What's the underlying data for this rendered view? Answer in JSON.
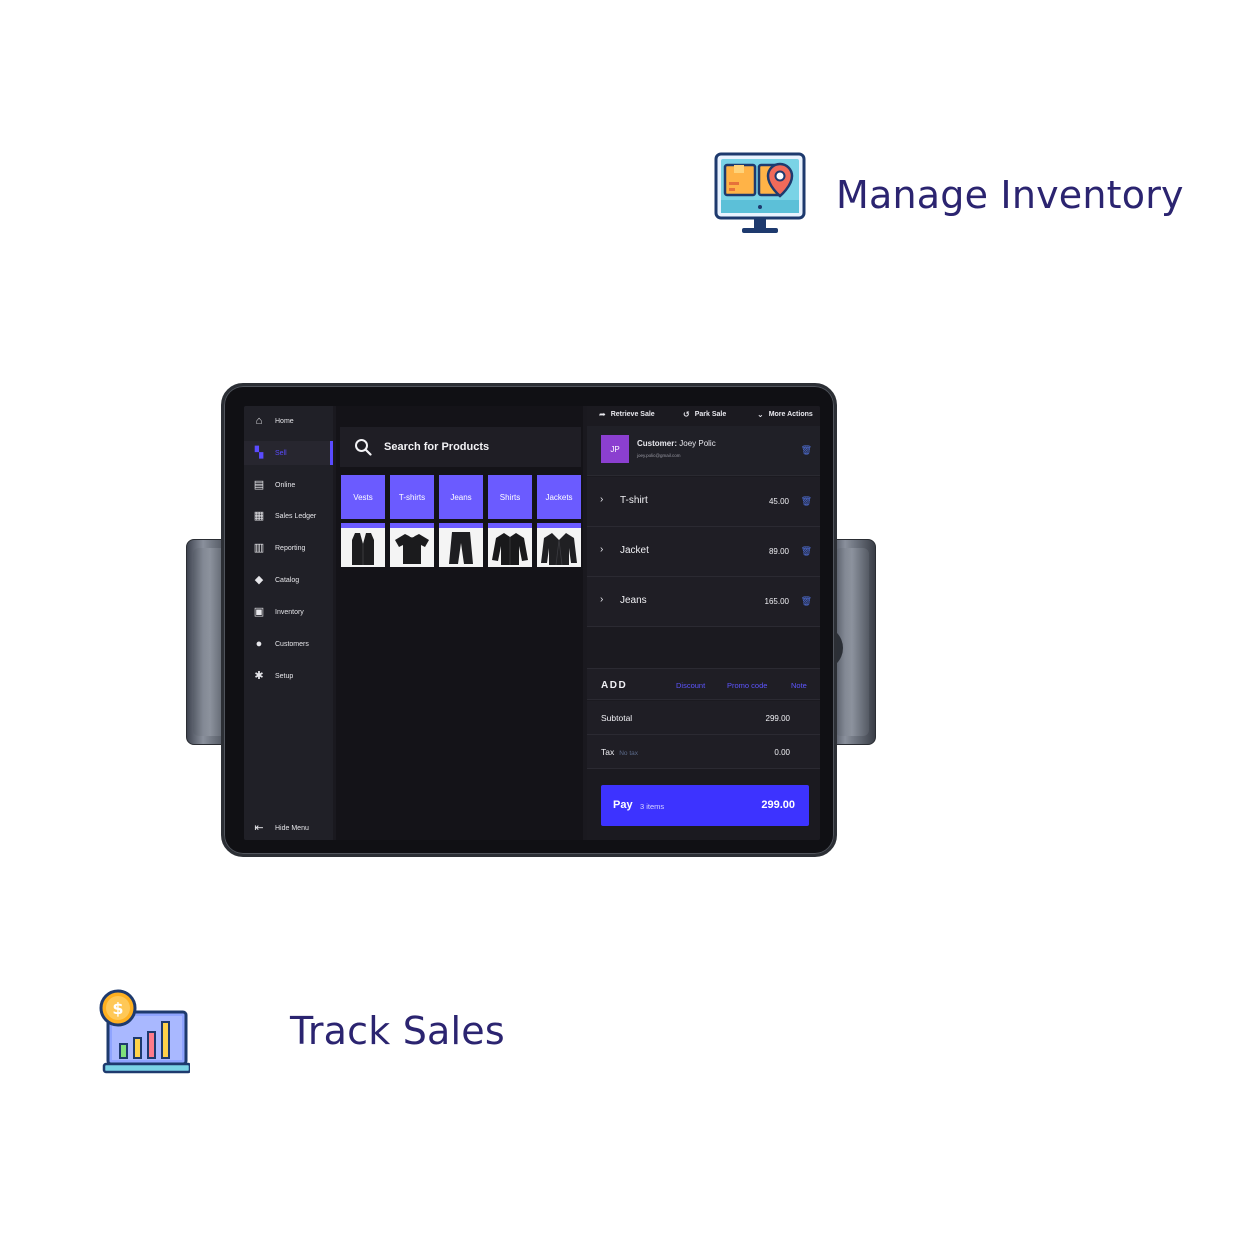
{
  "features": {
    "manage_inventory": {
      "title": "Manage Inventory",
      "icon": "monitor-box-location-icon"
    },
    "track_sales": {
      "title": "Track Sales",
      "icon": "dollar-bar-chart-icon"
    }
  },
  "sidebar": {
    "items": [
      {
        "label": "Home",
        "icon": "home-icon"
      },
      {
        "label": "Sell",
        "icon": "cart-icon",
        "active": true
      },
      {
        "label": "Online",
        "icon": "online-icon"
      },
      {
        "label": "Sales Ledger",
        "icon": "ledger-icon"
      },
      {
        "label": "Reporting",
        "icon": "bar-chart-icon"
      },
      {
        "label": "Catalog",
        "icon": "tag-icon"
      },
      {
        "label": "Inventory",
        "icon": "boxes-icon"
      },
      {
        "label": "Customers",
        "icon": "people-icon"
      },
      {
        "label": "Setup",
        "icon": "gear-icon"
      }
    ],
    "hide_menu": "Hide Menu"
  },
  "products": {
    "search_placeholder": "Search for Products",
    "categories": [
      "Vests",
      "T-shirts",
      "Jeans",
      "Shirts",
      "Jackets"
    ]
  },
  "cart": {
    "actions": {
      "retrieve": "Retrieve Sale",
      "park": "Park Sale",
      "more": "More Actions"
    },
    "customer": {
      "initials": "JP",
      "label": "Customer:",
      "name": "Joey Polic",
      "email": "joey.polic@gmail.com"
    },
    "lines": [
      {
        "name": "T-shirt",
        "price": "45.00"
      },
      {
        "name": "Jacket",
        "price": "89.00"
      },
      {
        "name": "Jeans",
        "price": "165.00"
      }
    ],
    "add": {
      "title": "ADD",
      "discount": "Discount",
      "promo": "Promo code",
      "note": "Note"
    },
    "subtotal": {
      "label": "Subtotal",
      "value": "299.00"
    },
    "tax": {
      "label": "Tax",
      "sub": "No tax",
      "value": "0.00"
    },
    "pay": {
      "label": "Pay",
      "items": "3 items",
      "total": "299.00"
    }
  },
  "colors": {
    "accent": "#5a4bff",
    "heading": "#2b2470",
    "avatar": "#8b3fd0"
  }
}
